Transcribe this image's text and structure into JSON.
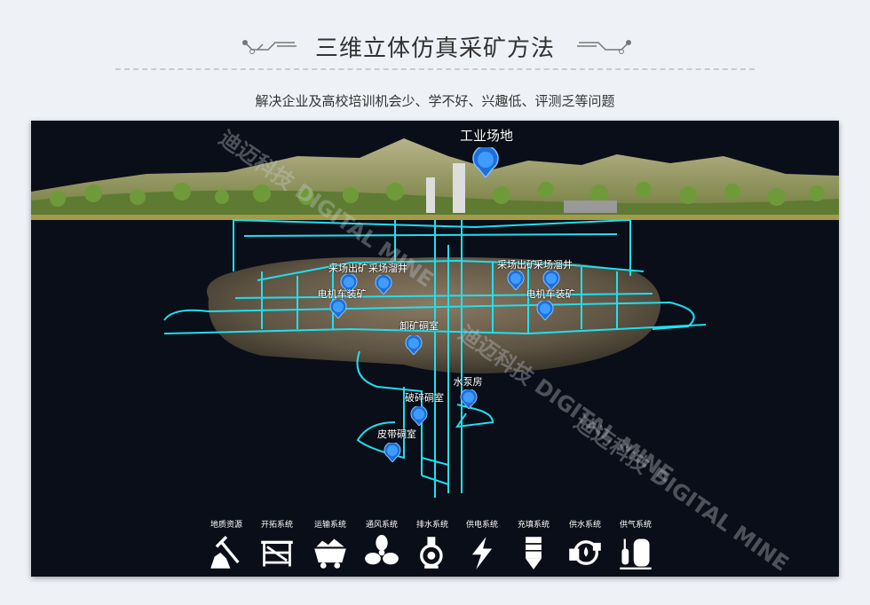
{
  "header": {
    "title": "三维立体仿真采矿方法",
    "subtitle": "解决企业及高校培训机会少、学不好、兴趣低、评测乏等问题"
  },
  "scene": {
    "surface_label": "工业场地",
    "markers": [
      {
        "label": "采场出矿",
        "icon": "location-pin-icon"
      },
      {
        "label": "采场溜井",
        "icon": "location-pin-icon"
      },
      {
        "label": "电机车装矿",
        "icon": "location-pin-icon"
      },
      {
        "label": "采场出矿",
        "icon": "location-pin-icon"
      },
      {
        "label": "采场溜井",
        "icon": "location-pin-icon"
      },
      {
        "label": "电机车装矿",
        "icon": "location-pin-icon"
      },
      {
        "label": "卸矿硐室",
        "icon": "location-pin-icon"
      },
      {
        "label": "水泵房",
        "icon": "location-pin-icon"
      },
      {
        "label": "破碎硐室",
        "icon": "location-pin-icon"
      },
      {
        "label": "皮带硐室",
        "icon": "location-pin-icon"
      }
    ],
    "watermark": "迪迈科技 DIGITAL MINE",
    "tunnel_color": "#1ee0f0"
  },
  "systems": [
    {
      "label": "地质资源",
      "icon": "mountain-pickaxe-icon"
    },
    {
      "label": "开拓系统",
      "icon": "excavation-icon"
    },
    {
      "label": "运输系统",
      "icon": "mine-cart-icon"
    },
    {
      "label": "通风系统",
      "icon": "fan-icon"
    },
    {
      "label": "排水系统",
      "icon": "pump-icon"
    },
    {
      "label": "供电系统",
      "icon": "lightning-icon"
    },
    {
      "label": "充填系统",
      "icon": "silo-icon"
    },
    {
      "label": "供水系统",
      "icon": "water-pump-icon"
    },
    {
      "label": "供气系统",
      "icon": "gas-tank-icon"
    }
  ]
}
